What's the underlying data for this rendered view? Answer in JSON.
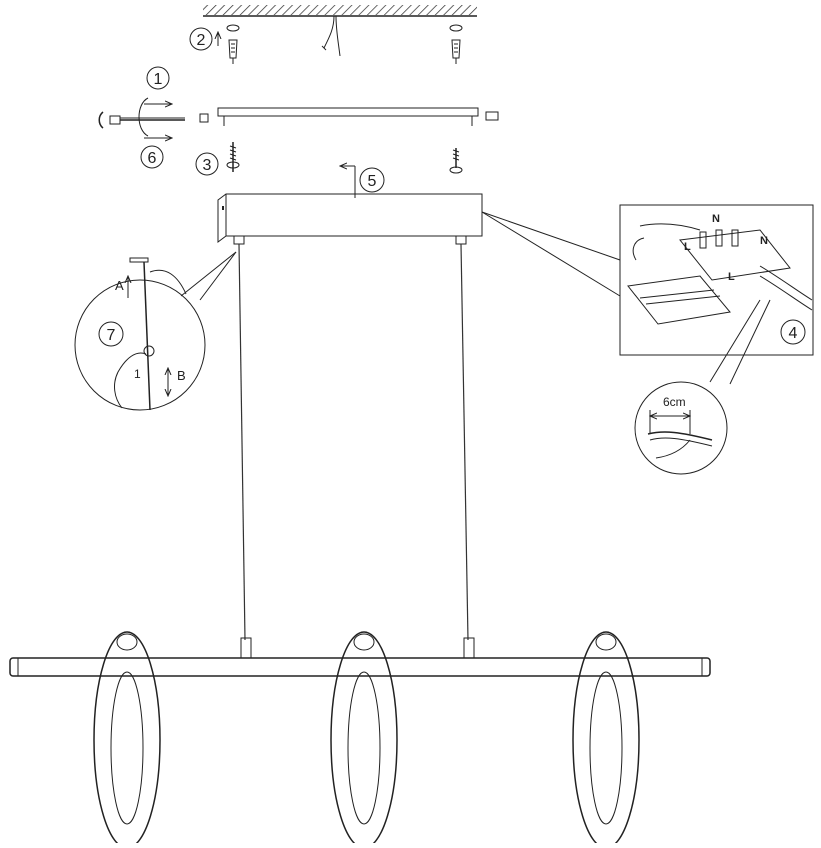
{
  "steps": {
    "s1": "1",
    "s2": "2",
    "s3": "3",
    "s4": "4",
    "s5": "5",
    "s6": "6",
    "s7": "7"
  },
  "detail_7": {
    "label_a": "A",
    "label_b": "B",
    "label_1": "1"
  },
  "detail_strip": {
    "measure": "6cm"
  },
  "terminal_labels": [
    "N",
    "L",
    "N",
    "L"
  ]
}
